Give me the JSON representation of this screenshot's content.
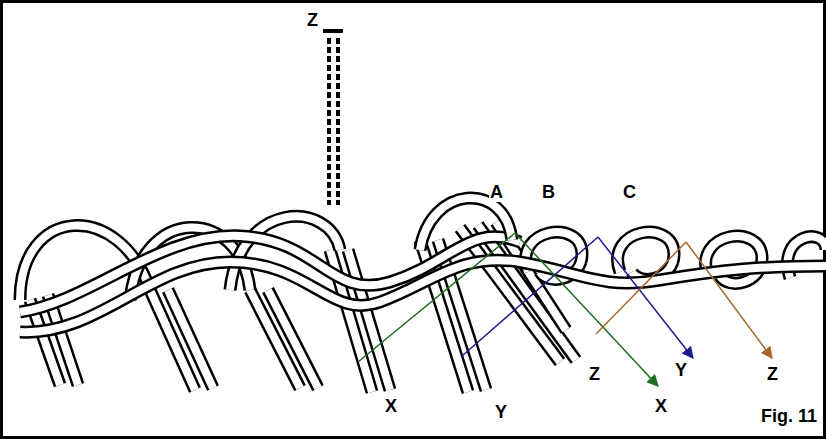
{
  "diagram": {
    "caption": "Fig. 11",
    "labels": [
      "Z",
      "A",
      "B",
      "C",
      "X",
      "Y",
      "Z",
      "X",
      "Y",
      "Z"
    ]
  }
}
